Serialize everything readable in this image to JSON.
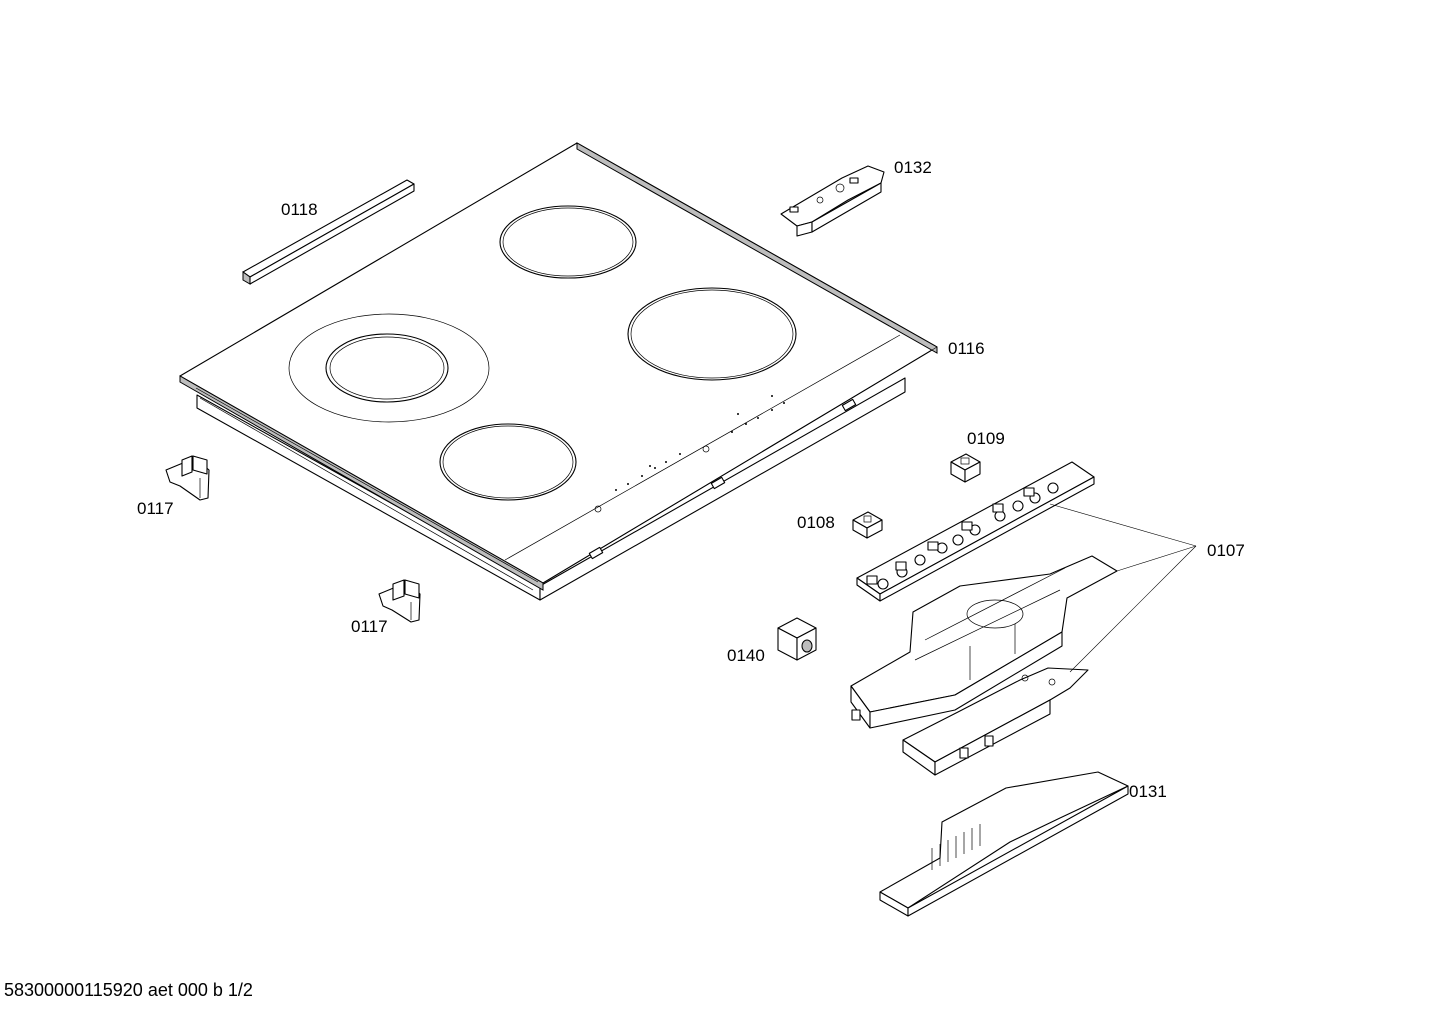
{
  "parts": {
    "p0118": "0118",
    "p0132": "0132",
    "p0116": "0116",
    "p0117a": "0117",
    "p0117b": "0117",
    "p0109": "0109",
    "p0108": "0108",
    "p0107": "0107",
    "p0140": "0140",
    "p0131": "0131"
  },
  "footer": "58300000115920 aet 000 b 1/2"
}
